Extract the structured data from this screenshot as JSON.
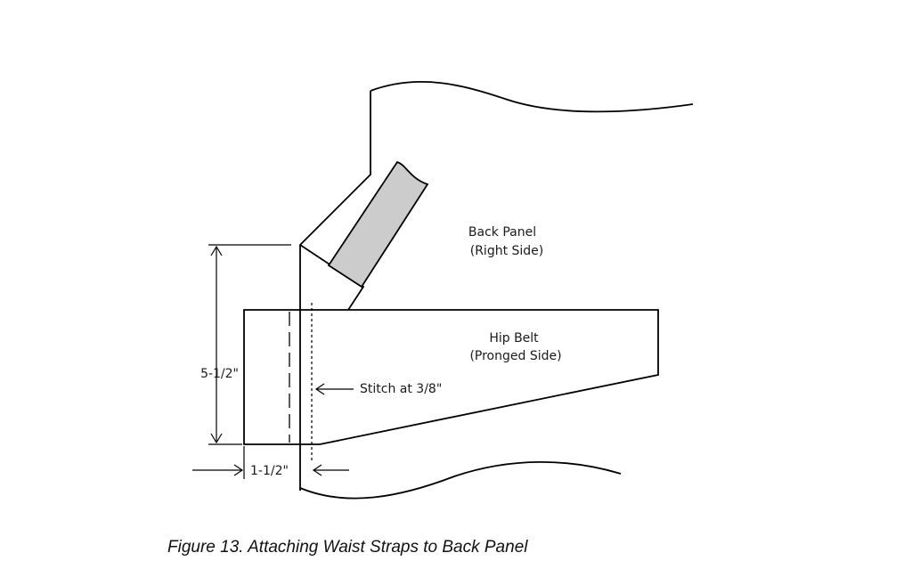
{
  "labels": {
    "back_panel_line1": "Back Panel",
    "back_panel_line2": "(Right Side)",
    "hip_belt_line1": "Hip Belt",
    "hip_belt_line2": "(Pronged Side)",
    "stitch": "Stitch at 3/8\"",
    "height_dim": "5-1/2\"",
    "width_dim": "1-1/2\""
  },
  "caption": "Figure 13.  Attaching Waist Straps to Back Panel",
  "colors": {
    "line": "#000000",
    "strap_fill": "#cccccc",
    "background": "#ffffff"
  }
}
